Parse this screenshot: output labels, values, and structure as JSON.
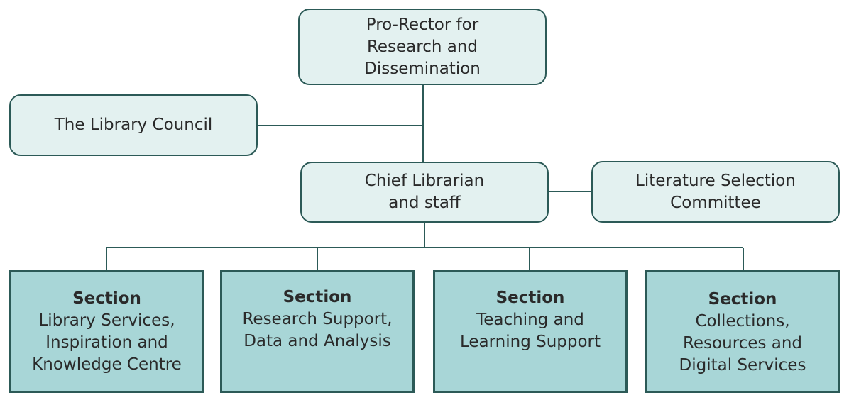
{
  "diagram": {
    "pro_rector": "Pro-Rector for\nResearch and\nDissemination",
    "library_council": "The Library Council",
    "chief_librarian": "Chief Librarian\nand staff",
    "literature_committee": "Literature Selection\nCommittee",
    "sections": [
      {
        "title": "Section",
        "name": "Library Services,\nInspiration and\nKnowledge Centre"
      },
      {
        "title": "Section",
        "name": "Research Support,\nData and Analysis"
      },
      {
        "title": "Section",
        "name": "Teaching and\nLearning Support"
      },
      {
        "title": "Section",
        "name": "Collections,\nResources and\nDigital Services"
      }
    ]
  },
  "colors": {
    "line": "#2c5a57",
    "top_box_fill": "#e3f1f0",
    "section_fill": "#a8d6d7"
  }
}
